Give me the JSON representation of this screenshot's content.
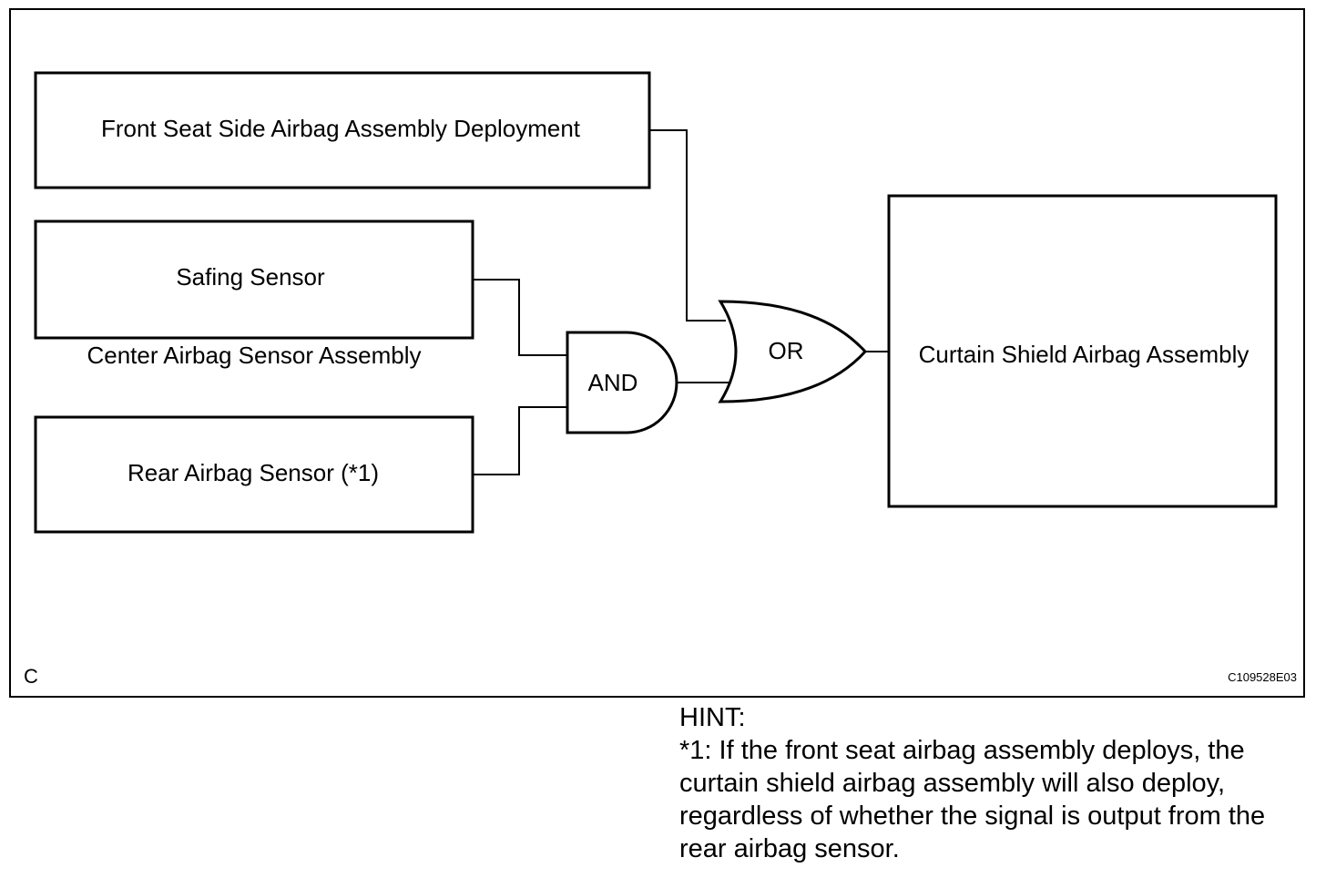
{
  "diagram": {
    "blocks": {
      "front_seat": "Front Seat Side Airbag Assembly Deployment",
      "safing": "Safing Sensor",
      "center_group": "Center Airbag Sensor Assembly",
      "rear_sensor": "Rear Airbag Sensor (*1)",
      "curtain": "Curtain Shield Airbag Assembly"
    },
    "gates": {
      "and_label": "AND",
      "or_label": "OR"
    },
    "corner_letter": "C",
    "figure_code": "C109528E03"
  },
  "hint": {
    "title": "HINT:",
    "lines": [
      "*1: If the front seat airbag assembly deploys, the",
      "curtain shield airbag assembly will also deploy,",
      "regardless of whether the signal is output from the",
      "rear airbag sensor."
    ]
  }
}
